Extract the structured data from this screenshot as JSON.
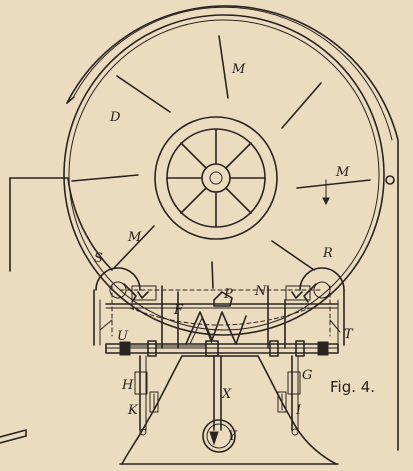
{
  "figure_label": "Fig. 4.",
  "part_letters": {
    "D": "D",
    "M": "M",
    "S": "S",
    "R": "R",
    "F": "F",
    "P": "P",
    "N": "N",
    "U": "U",
    "T": "T",
    "H": "H",
    "G": "G",
    "K": "K",
    "I": "I",
    "X": "X",
    "Y": "Y"
  },
  "colors": {
    "paper": "#ecdcbf",
    "ink": "#2a2420"
  }
}
